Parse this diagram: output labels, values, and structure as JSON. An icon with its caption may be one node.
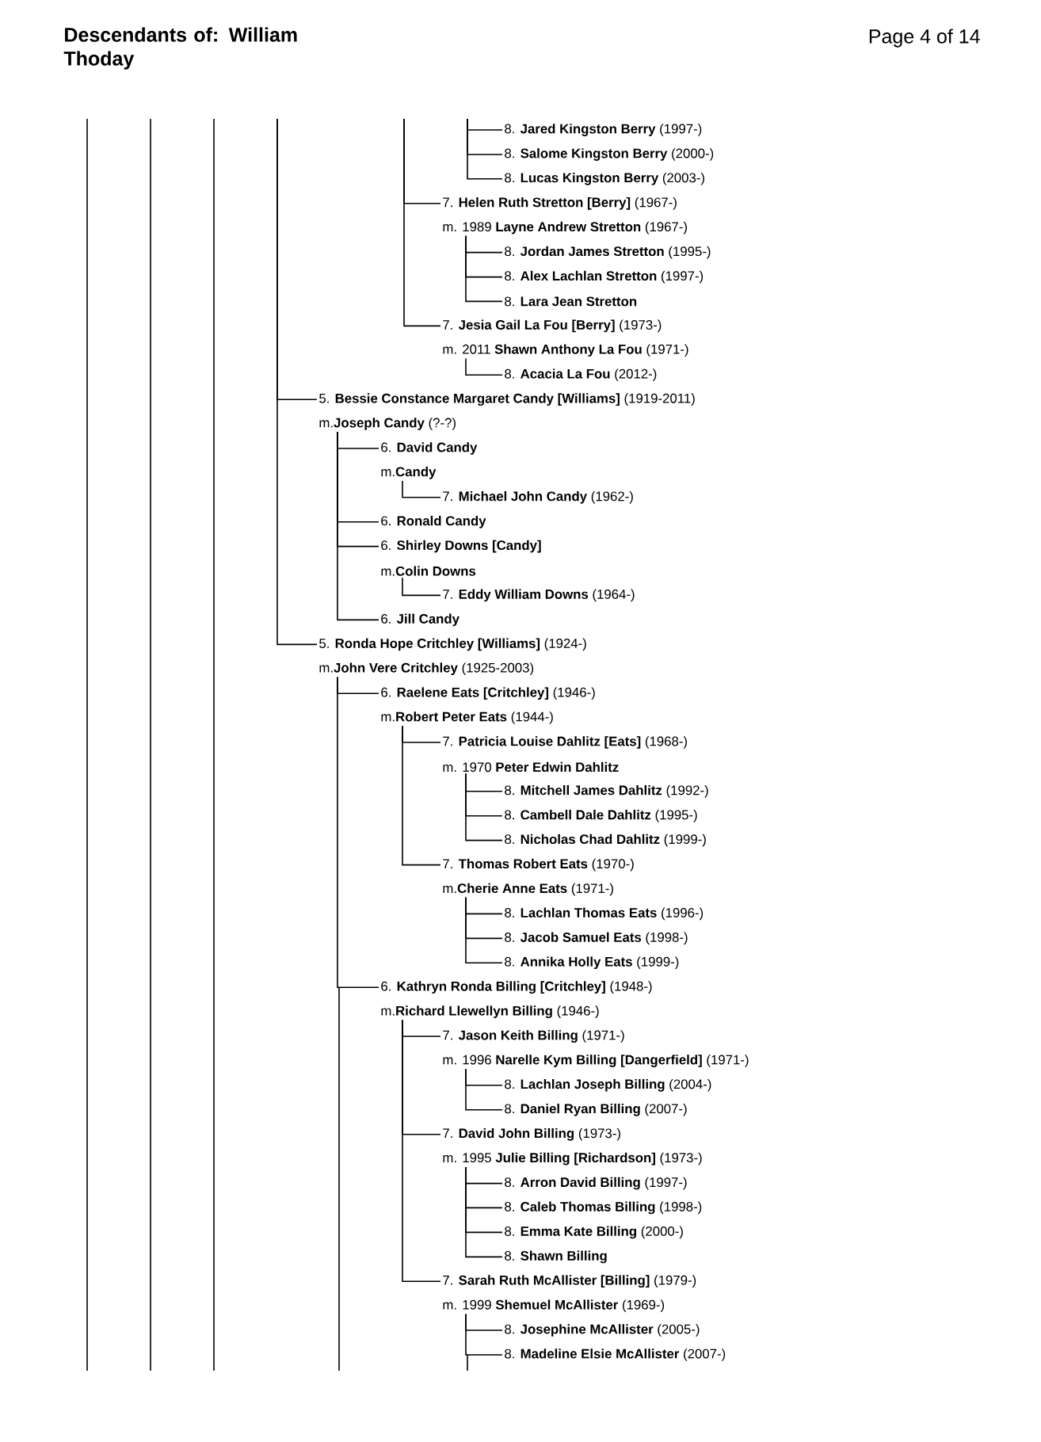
{
  "diagram": {
    "title": "Descendants of: William Thoday",
    "nodes": [
      {
        "text": [
          "8. **Jared Kingston Berry** (1997-)"
        ]
      },
      {
        "text": [
          "8. **Salome Kingston Berry** (2000-)"
        ]
      },
      {
        "text": [
          "8. **Lucas Kingston Berry** (2003-)"
        ]
      },
      {
        "text": [
          "7. **Helen Ruth Stretton [Berry]** (1967-)"
        ]
      },
      {
        "text": [
          "m. 1989 **Layne Andrew Stretton** (1967-)"
        ]
      },
      {
        "text": [
          "8. **Jordan James Stretton** (1995-)"
        ]
      },
      {
        "text": [
          "8. **Alex Lachlan Stretton** (1997-)"
        ]
      },
      {
        "text": [
          "8. **Lara Jean Stretton**"
        ]
      },
      {
        "text": [
          "7. **Jesia Gail La Fou [Berry]** (1973-)"
        ]
      },
      {
        "text": [
          "m. 2011 **Shawn Anthony La Fou** (1971-)"
        ]
      },
      {
        "text": [
          "8. **Acacia La Fou** (2012-)"
        ]
      },
      {
        "text": [
          "5. **Bessie Constance Margaret Candy [Williams]** (1919-2011)"
        ]
      },
      {
        "text": [
          "m.**Joseph Candy** (?-?)"
        ]
      },
      {
        "text": [
          "6. **David Candy**"
        ]
      },
      {
        "text": [
          "m.**Candy**"
        ]
      },
      {
        "text": [
          "7. **Michael John Candy** (1962-)"
        ]
      },
      {
        "text": [
          "6. **Ronald Candy**"
        ]
      },
      {
        "text": [
          "6. **Shirley Downs [Candy]**"
        ]
      },
      {
        "text": [
          "m.**Colin Downs**"
        ]
      },
      {
        "text": [
          "7. **Eddy William Downs** (1964-)"
        ]
      },
      {
        "text": [
          "6. **Jill Candy**"
        ]
      },
      {
        "text": [
          "5. **Ronda Hope Critchley [Williams]** (1924-)"
        ]
      },
      {
        "text": [
          "m.**John Vere Critchley** (1925-2003)"
        ]
      },
      {
        "text": [
          "6. **Raelene Eats [Critchley]** (1946-)"
        ]
      },
      {
        "text": [
          "m.**Robert Peter Eats** (1944-)"
        ]
      },
      {
        "text": [
          "7. **Patricia Louise Dahlitz [Eats]** (1968-)"
        ]
      },
      {
        "text": [
          "m. 1970 **Peter Edwin Dahlitz**"
        ]
      },
      {
        "text": [
          "8. **Mitchell James Dahlitz** (1992-)"
        ]
      },
      {
        "text": [
          "8. **Cambell Dale Dahlitz** (1995-)"
        ]
      },
      {
        "text": [
          "8. **Nicholas Chad Dahlitz** (1999-)"
        ]
      },
      {
        "text": [
          "7. **Thomas Robert Eats** (1970-)"
        ]
      },
      {
        "text": [
          "m.**Cherie Anne Eats** (1971-)"
        ]
      },
      {
        "text": [
          "8. **Lachlan Thomas Eats** (1996-)"
        ]
      },
      {
        "text": [
          "8. **Jacob Samuel Eats** (1998-)"
        ]
      },
      {
        "text": [
          "8. **Annika Holly Eats** (1999-)"
        ]
      },
      {
        "text": [
          "6. **Kathryn Ronda Billing [Critchley]** (1948-)"
        ]
      },
      {
        "text": [
          "m.**Richard Llewellyn Billing** (1946-)"
        ]
      },
      {
        "text": [
          "7. **Jason Keith Billing** (1971-)"
        ]
      },
      {
        "text": [
          "m. 1996 **Narelle Kym Billing [Dangerfield]** (1971-)"
        ]
      },
      {
        "text": [
          "8. **Lachlan Joseph Billing** (2004-)"
        ]
      },
      {
        "text": [
          "8. **Daniel Ryan Billing** (2007-)"
        ]
      },
      {
        "text": [
          "7. **David John Billing** (1973-)"
        ]
      },
      {
        "text": [
          "m. 1995 **Julie Billing [Richardson]** (1973-)"
        ]
      },
      {
        "text": [
          "8. **Arron David Billing** (1997-)"
        ]
      },
      {
        "text": [
          "8. **Caleb Thomas Billing** (1998-)"
        ]
      },
      {
        "text": [
          "8. **Emma Kate Billing** (2000-)"
        ]
      },
      {
        "text": [
          "8. **Shawn Billing**"
        ]
      },
      {
        "text": [
          "7. **Sarah Ruth McAllister [Billing]** (1979-)"
        ]
      },
      {
        "text": [
          "m. 1999 **Shemuel McAllister** (1969-)"
        ]
      },
      {
        "text": [
          "8. **Josephine McAllister** (2005-)"
        ]
      },
      {
        "text": [
          "8. **Madeline Elsie McAllister** (2007-)"
        ]
      }
    ],
    "edges": [
      {
        "from": null,
        "to": 0,
        "arrow": "none"
      },
      {
        "from": null,
        "to": 1,
        "arrow": "none"
      },
      {
        "from": null,
        "to": 2,
        "arrow": "none"
      },
      {
        "from": null,
        "to": 3,
        "arrow": "none"
      },
      {
        "from": 4,
        "to": 5,
        "arrow": "none"
      },
      {
        "from": 4,
        "to": 6,
        "arrow": "none"
      },
      {
        "from": 4,
        "to": 7,
        "arrow": "none"
      },
      {
        "from": null,
        "to": 8,
        "arrow": "none"
      },
      {
        "from": 9,
        "to": 10,
        "arrow": "none"
      },
      {
        "from": null,
        "to": 11,
        "arrow": "none"
      },
      {
        "from": 12,
        "to": 13,
        "arrow": "none"
      },
      {
        "from": 14,
        "to": 15,
        "arrow": "none"
      },
      {
        "from": 12,
        "to": 16,
        "arrow": "none"
      },
      {
        "from": 12,
        "to": 17,
        "arrow": "none"
      },
      {
        "from": 18,
        "to": 19,
        "arrow": "none"
      },
      {
        "from": 12,
        "to": 20,
        "arrow": "none"
      },
      {
        "from": null,
        "to": 21,
        "arrow": "none"
      },
      {
        "from": 22,
        "to": 23,
        "arrow": "none"
      },
      {
        "from": 24,
        "to": 25,
        "arrow": "none"
      },
      {
        "from": 26,
        "to": 27,
        "arrow": "none"
      },
      {
        "from": 26,
        "to": 28,
        "arrow": "none"
      },
      {
        "from": 26,
        "to": 29,
        "arrow": "none"
      },
      {
        "from": 24,
        "to": 30,
        "arrow": "none"
      },
      {
        "from": 31,
        "to": 32,
        "arrow": "none"
      },
      {
        "from": 31,
        "to": 33,
        "arrow": "none"
      },
      {
        "from": 31,
        "to": 34,
        "arrow": "none"
      },
      {
        "from": 22,
        "to": 35,
        "arrow": "none"
      },
      {
        "from": 36,
        "to": 37,
        "arrow": "none"
      },
      {
        "from": 38,
        "to": 39,
        "arrow": "none"
      },
      {
        "from": 38,
        "to": 40,
        "arrow": "none"
      },
      {
        "from": 36,
        "to": 41,
        "arrow": "none"
      },
      {
        "from": 42,
        "to": 43,
        "arrow": "none"
      },
      {
        "from": 42,
        "to": 44,
        "arrow": "none"
      },
      {
        "from": 42,
        "to": 45,
        "arrow": "none"
      },
      {
        "from": 42,
        "to": 46,
        "arrow": "none"
      },
      {
        "from": 36,
        "to": 47,
        "arrow": "none"
      },
      {
        "from": 48,
        "to": 49,
        "arrow": "none"
      },
      {
        "from": 48,
        "to": 50,
        "arrow": "none"
      }
    ],
    "labels": [
      "Page  4 of 14"
    ]
  }
}
